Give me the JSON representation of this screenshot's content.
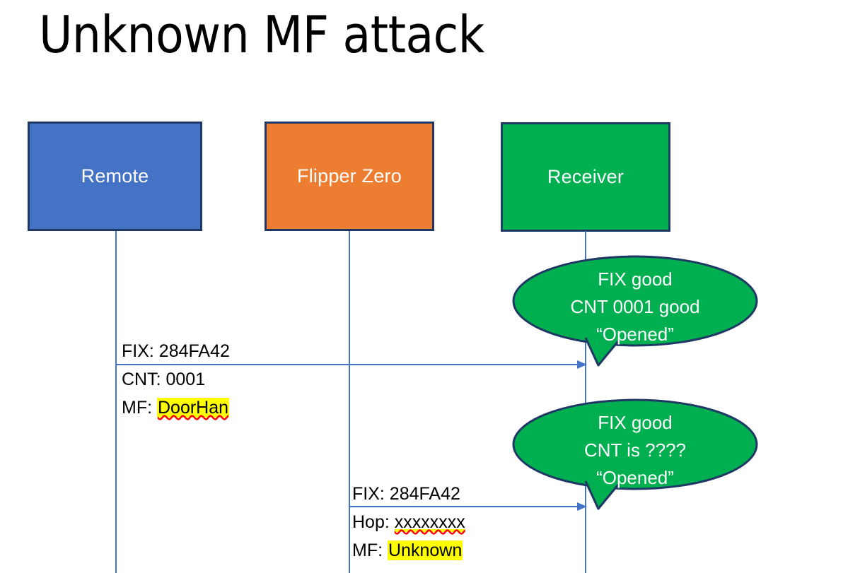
{
  "slide": {
    "title": "Unknown MF attack",
    "background_color": "#FFFFFF"
  },
  "colors": {
    "remote_fill": "#4472C4",
    "flipper_fill": "#ED7D31",
    "receiver_fill": "#00AF50",
    "box_border": "#1F3864",
    "lifeline": "#4472C4",
    "arrow": "#4472C4",
    "highlight": "#FFFF00",
    "spellcheck_underline": "#FF0000",
    "bubble_text": "#FFFFFF",
    "label_text": "#000000"
  },
  "actors": [
    {
      "id": "remote",
      "label": "Remote"
    },
    {
      "id": "flipper",
      "label": "Flipper Zero"
    },
    {
      "id": "receiver",
      "label": "Receiver"
    }
  ],
  "messages": [
    {
      "id": "remote-to-receiver",
      "from": "remote",
      "to": "receiver",
      "lines": [
        {
          "prefix": "FIX: ",
          "value": "284FA42",
          "highlight": false,
          "spellcheck": false
        },
        {
          "prefix": "CNT: ",
          "value": "0001",
          "highlight": false,
          "spellcheck": false
        },
        {
          "prefix": "MF: ",
          "value": "DoorHan",
          "highlight": true,
          "spellcheck": true
        }
      ]
    },
    {
      "id": "flipper-to-receiver",
      "from": "flipper",
      "to": "receiver",
      "lines": [
        {
          "prefix": "FIX: ",
          "value": "284FA42",
          "highlight": false,
          "spellcheck": false
        },
        {
          "prefix": "Hop: ",
          "value": "xxxxxxxx",
          "highlight": true,
          "spellcheck": true
        },
        {
          "prefix": "MF: ",
          "value": "Unknown",
          "highlight": true,
          "spellcheck": false
        }
      ]
    }
  ],
  "bubbles": [
    {
      "id": "bubble-1",
      "owner": "receiver",
      "line1": "FIX good",
      "line2": "CNT 0001 good",
      "line3": "“Opened”"
    },
    {
      "id": "bubble-2",
      "owner": "receiver",
      "line1": "FIX good",
      "line2": "CNT is ????",
      "line3": "“Opened”"
    }
  ]
}
